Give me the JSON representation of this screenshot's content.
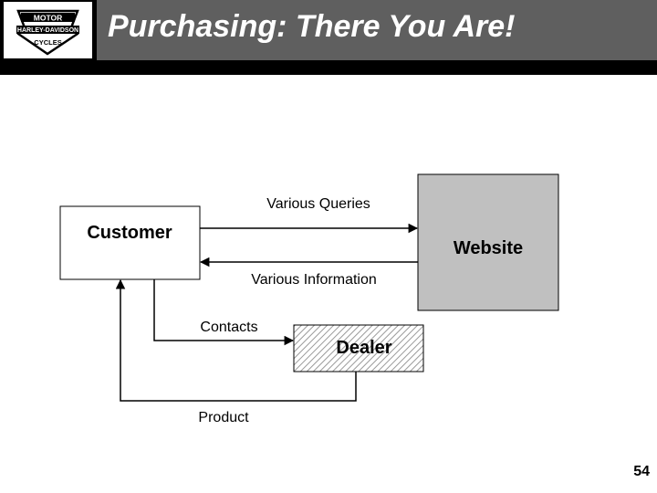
{
  "slide": {
    "title": "Purchasing: There You Are!",
    "page_number": "54"
  },
  "logo": {
    "top_text": "MOTOR",
    "middle_text": "HARLEY-DAVIDSON",
    "bottom_text": "CYCLES"
  },
  "diagram": {
    "nodes": {
      "customer": "Customer",
      "website": "Website",
      "dealer": "Dealer"
    },
    "edges": {
      "queries": "Various Queries",
      "information": "Various Information",
      "contacts": "Contacts",
      "product": "Product"
    }
  },
  "colors": {
    "header_black": "#000000",
    "header_gray": "#5f5f5f",
    "website_fill": "#c0c0c0",
    "dealer_hatch": "#9a9a9a"
  }
}
